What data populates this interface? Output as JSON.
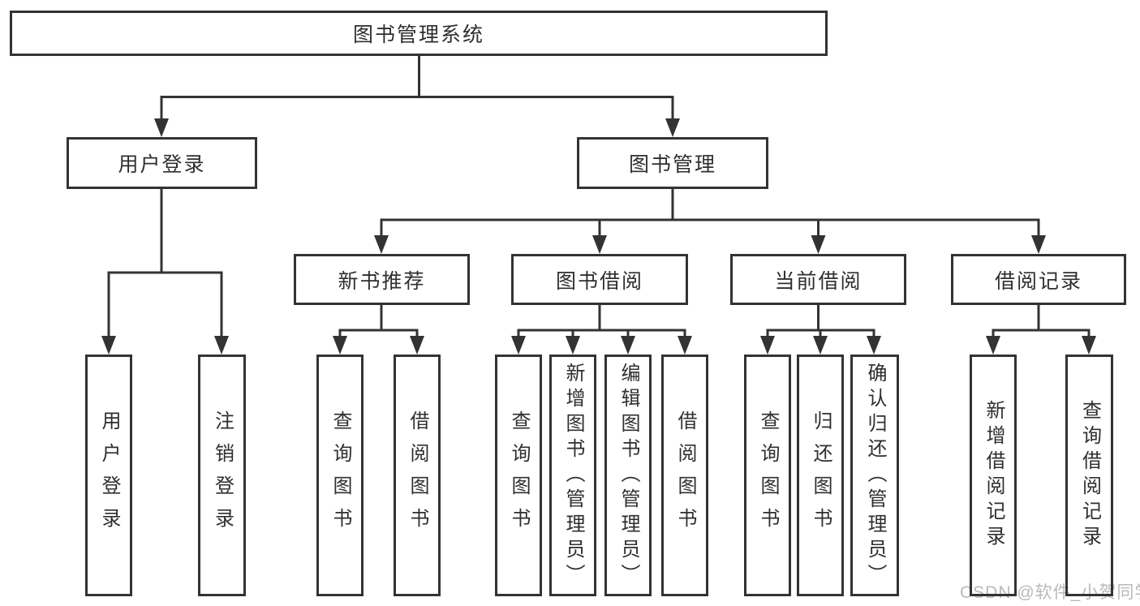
{
  "diagram": {
    "root": {
      "label": "图书管理系统",
      "children": [
        {
          "label": "用户登录",
          "children": [
            {
              "label": "用户登录"
            },
            {
              "label": "注销登录"
            }
          ]
        },
        {
          "label": "图书管理",
          "children": [
            {
              "label": "新书推荐",
              "children": [
                {
                  "label": "查询图书"
                },
                {
                  "label": "借阅图书"
                }
              ]
            },
            {
              "label": "图书借阅",
              "children": [
                {
                  "label": "查询图书"
                },
                {
                  "label": "新增图书（管理员）"
                },
                {
                  "label": "编辑图书（管理员）"
                },
                {
                  "label": "借阅图书"
                }
              ]
            },
            {
              "label": "当前借阅",
              "children": [
                {
                  "label": "查询图书"
                },
                {
                  "label": "归还图书"
                },
                {
                  "label": "确认归还（管理员）"
                }
              ]
            },
            {
              "label": "借阅记录",
              "children": [
                {
                  "label": "新增借阅记录"
                },
                {
                  "label": "查询借阅记录"
                }
              ]
            }
          ]
        }
      ]
    }
  },
  "watermark": {
    "text": "CSDN @软件_小贺同学"
  },
  "colors": {
    "line": "#333333",
    "text": "#2f2f2f",
    "background": "#ffffff",
    "watermark": "#b9b9b9"
  }
}
